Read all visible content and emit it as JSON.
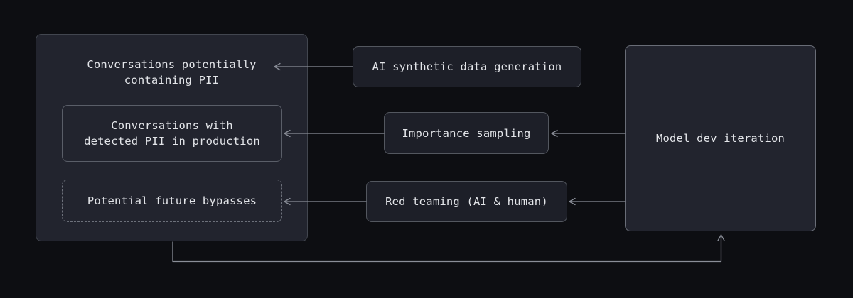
{
  "colors": {
    "background": "#0d0e12",
    "panel_fill": "#22242e",
    "panel_border": "#42464f",
    "box_border": "#5a5e68",
    "dashed_border": "#6d717b",
    "mid_fill": "#1d1f28",
    "mid_border": "#53575f",
    "right_fill": "#22242e",
    "right_border": "#696d77",
    "line": "#8a8e98",
    "text": "#e3e5e9"
  },
  "nodes": {
    "pii_pool": {
      "label": "Conversations potentially\ncontaining PII"
    },
    "detected_pii": {
      "label": "Conversations with\ndetected PII in production"
    },
    "future_bypasses": {
      "label": "Potential future bypasses"
    },
    "synthetic_data": {
      "label": "AI synthetic data generation"
    },
    "importance_sampling": {
      "label": "Importance sampling"
    },
    "red_teaming": {
      "label": "Red teaming (AI & human)"
    },
    "model_dev": {
      "label": "Model dev iteration"
    }
  },
  "connectors": [
    {
      "from": "synthetic_data",
      "to": "pii_pool",
      "style": "arrow-left"
    },
    {
      "from": "importance_sampling",
      "to": "detected_pii",
      "style": "arrow-left"
    },
    {
      "from": "model_dev",
      "to": "importance_sampling",
      "style": "arrow-left"
    },
    {
      "from": "red_teaming",
      "to": "future_bypasses",
      "style": "arrow-left"
    },
    {
      "from": "model_dev",
      "to": "red_teaming",
      "style": "arrow-left"
    },
    {
      "from": "pii_pool_group",
      "to": "model_dev",
      "style": "feedback-loop-up"
    }
  ]
}
